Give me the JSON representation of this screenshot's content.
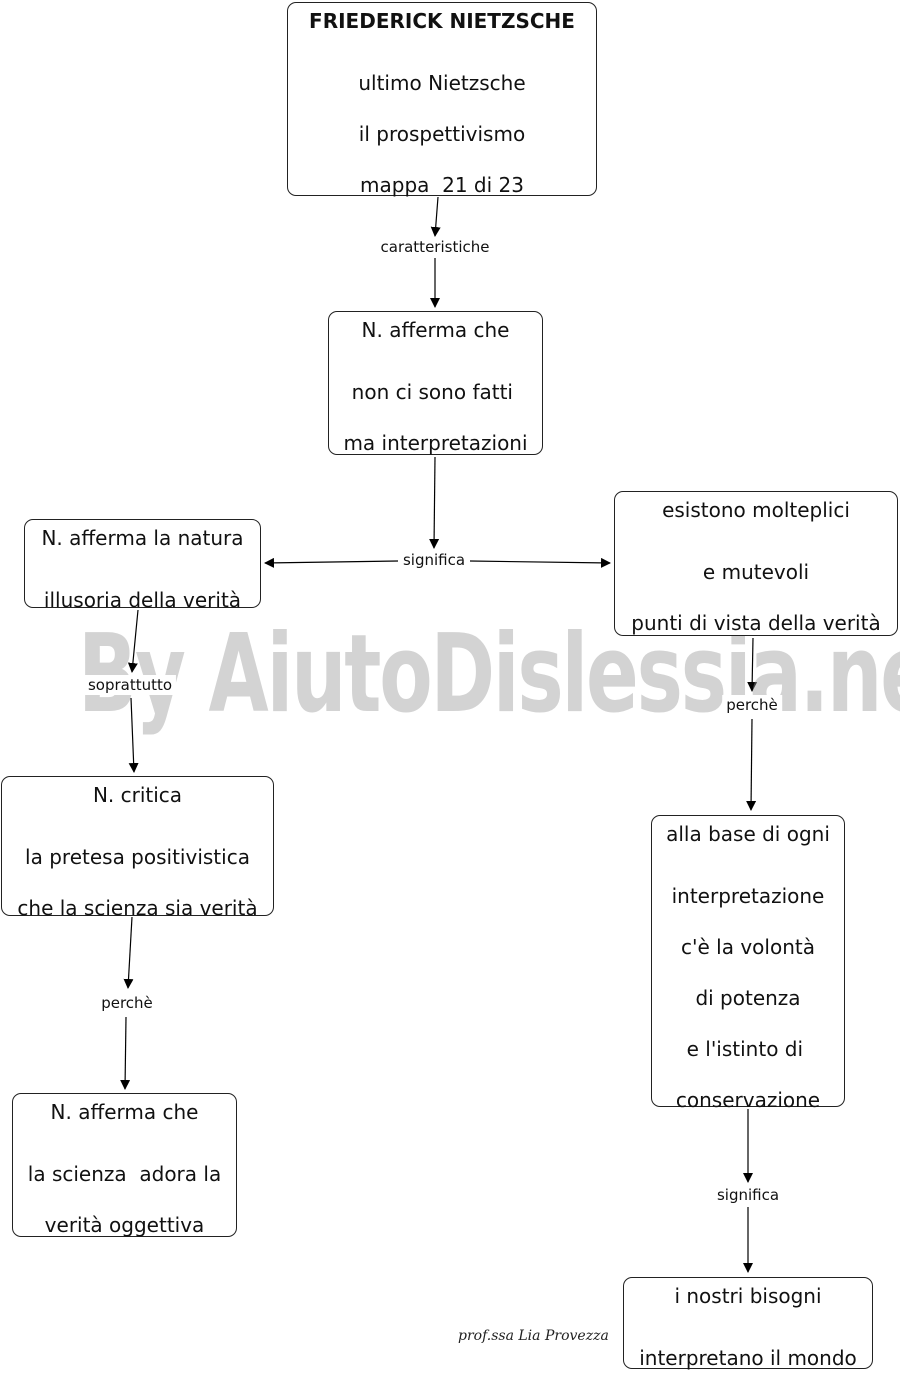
{
  "nodes": {
    "title": {
      "lines": [
        "FRIEDERICK NIETZSCHE",
        "ultimo Nietzsche",
        "il prospettivismo",
        "mappa  21 di 23"
      ]
    },
    "fatti": {
      "lines": [
        "N. afferma che",
        "non ci sono fatti ",
        "ma interpretazioni"
      ]
    },
    "natura": {
      "lines": [
        "N. afferma la natura",
        "illusoria della verità"
      ]
    },
    "punti": {
      "lines": [
        "esistono molteplici",
        "e mutevoli",
        "punti di vista della verità"
      ]
    },
    "critica": {
      "lines": [
        "N. critica",
        "la pretesa positivistica",
        "che la scienza sia verità"
      ]
    },
    "volonta": {
      "lines": [
        "alla base di ogni",
        "interpretazione",
        "c'è la volontà",
        "di potenza",
        "e l'istinto di ",
        "conservazione"
      ]
    },
    "scienza": {
      "lines": [
        "N. afferma che",
        "la scienza  adora la",
        "verità oggettiva"
      ]
    },
    "bisogni": {
      "lines": [
        "i nostri bisogni",
        "interpretano il mondo"
      ]
    }
  },
  "links": {
    "caratteristiche": "caratteristiche",
    "significa_center": "significa",
    "soprattutto": "soprattutto",
    "perche_right": "perchè",
    "perche_left": "perchè",
    "significa_right": "significa"
  },
  "watermark": "By AiutoDislessia.net",
  "signature": "prof.ssa Lia Provezza"
}
